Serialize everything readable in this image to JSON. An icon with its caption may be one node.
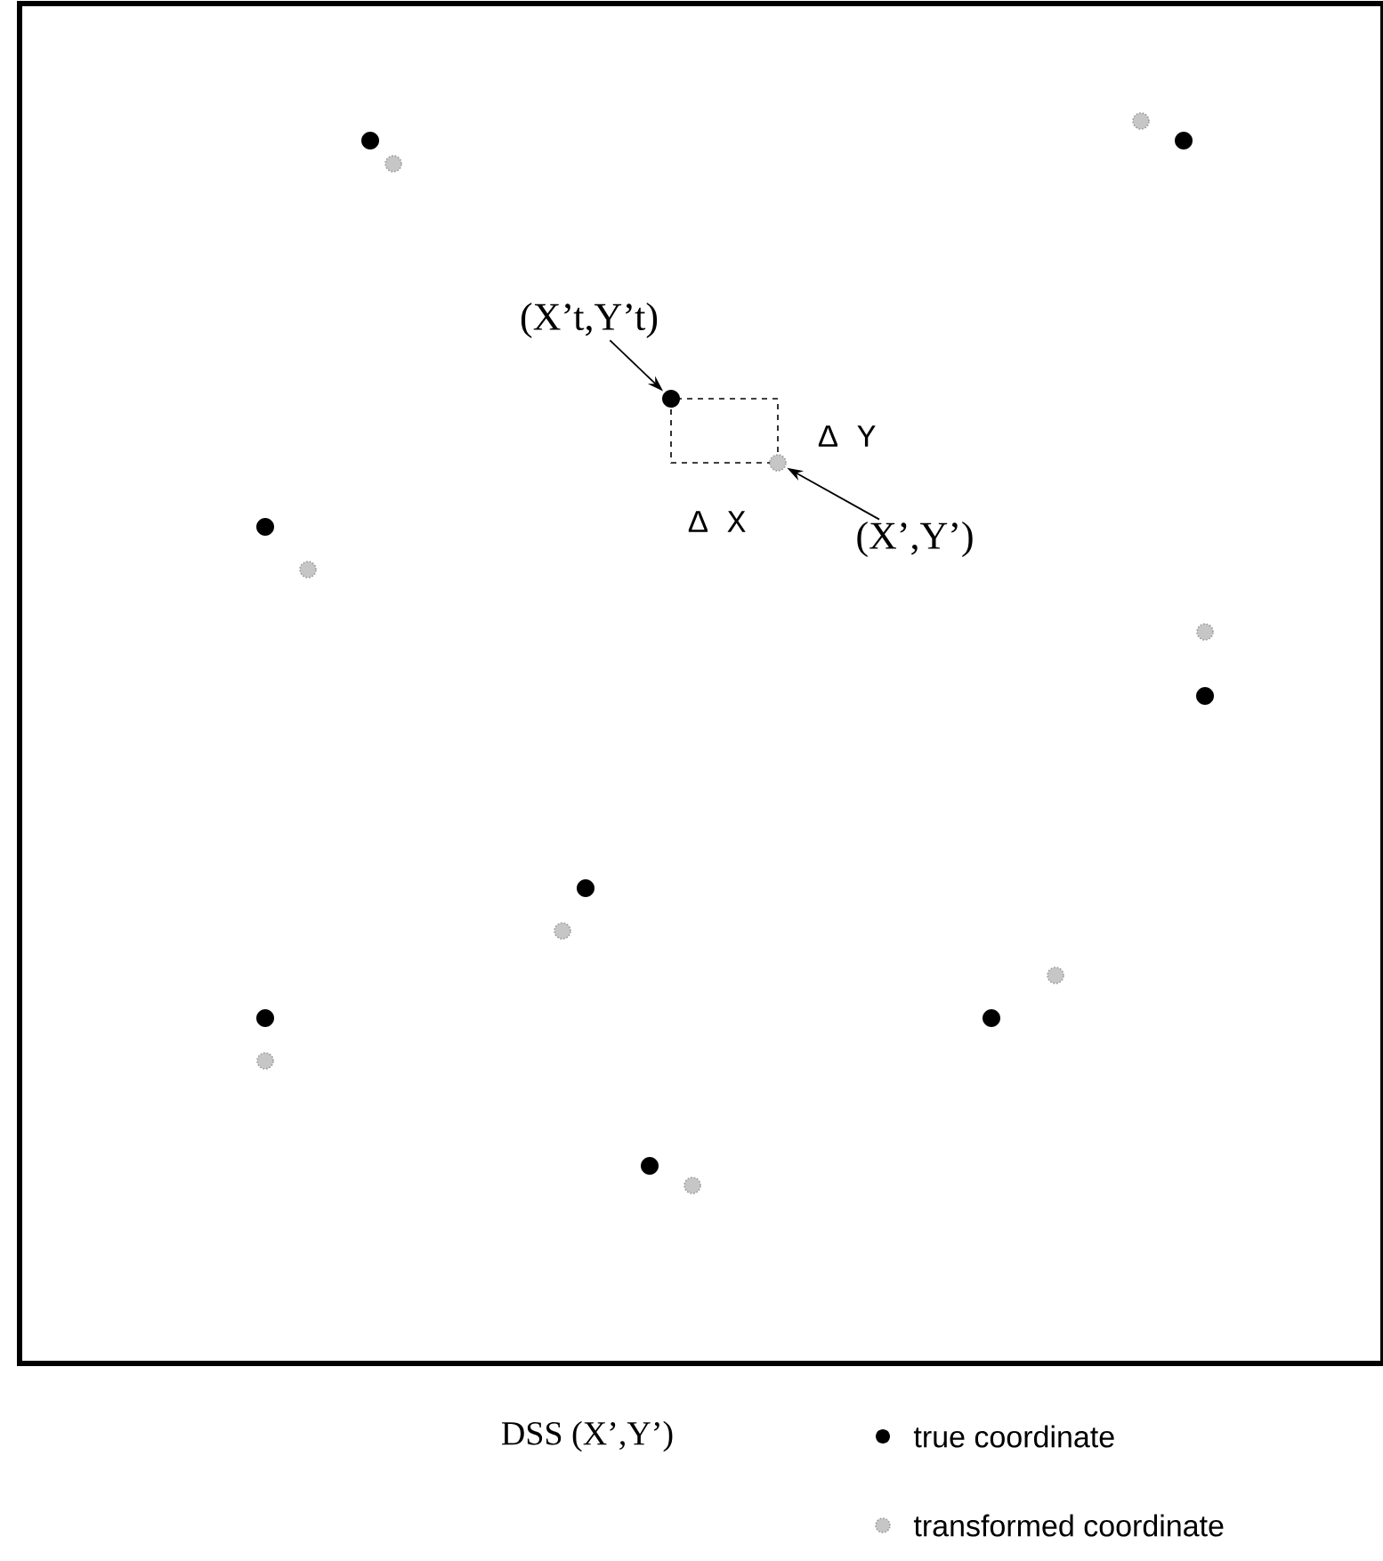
{
  "diagram": {
    "nodes": [
      {
        "text": [],
        "shape": "circle"
      },
      {
        "text": [],
        "shape": "circle"
      },
      {
        "text": [],
        "shape": "circle"
      },
      {
        "text": [],
        "shape": "circle"
      },
      {
        "text": [
          "(X’t,Y’t)"
        ]
      },
      {
        "text": [],
        "shape": "circle"
      },
      {
        "text": [],
        "shape": "circle"
      },
      {
        "text": [],
        "shape": "circle"
      },
      {
        "text": [
          "(X’,Y’)"
        ]
      },
      {
        "text": [],
        "shape": "circle"
      },
      {
        "text": [],
        "shape": "circle"
      },
      {
        "text": [],
        "shape": "circle"
      },
      {
        "text": [],
        "shape": "circle"
      },
      {
        "text": [],
        "shape": "circle"
      },
      {
        "text": [],
        "shape": "circle"
      },
      {
        "text": [],
        "shape": "circle"
      },
      {
        "text": [],
        "shape": "circle"
      },
      {
        "text": [],
        "shape": "circle"
      },
      {
        "text": [],
        "shape": "circle"
      },
      {
        "text": [],
        "shape": "circle"
      }
    ],
    "edges": [
      {
        "from": 4,
        "to": 5,
        "arrow": "to"
      },
      {
        "from": 8,
        "to": 6,
        "arrow": "to"
      }
    ],
    "labels": [
      "Δ Y",
      "Δ X",
      "DSS (X’,Y’)"
    ],
    "legend": [
      {
        "text": "true coordinate"
      },
      {
        "text": "transformed coordinate"
      }
    ]
  }
}
